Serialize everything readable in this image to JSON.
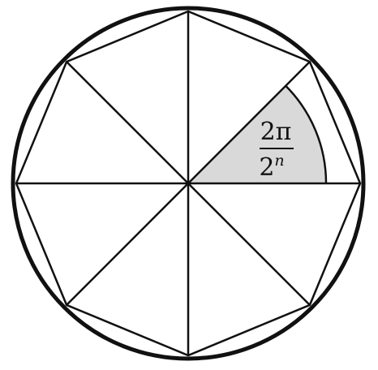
{
  "figure": {
    "type": "inscribed-regular-polygon",
    "sides": 8,
    "colors": {
      "stroke": "#111111",
      "background": "#ffffff",
      "highlight_fill": "#d9d9d9"
    },
    "angle_label": {
      "numerator": "2π",
      "denominator_base": "2",
      "denominator_exponent": "n"
    }
  }
}
